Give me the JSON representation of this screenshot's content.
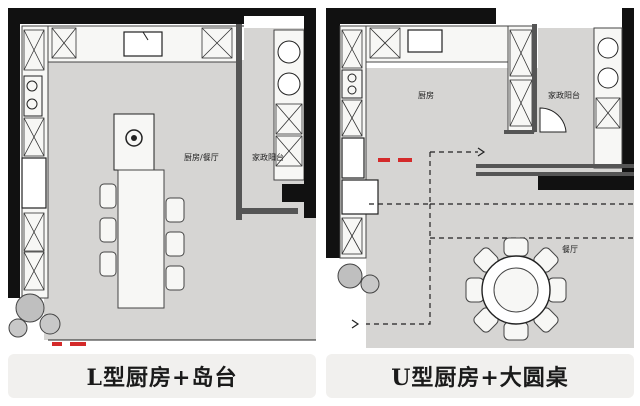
{
  "left": {
    "caption": "L型厨房+岛台",
    "labels": {
      "kitchen_dining": "厨房/餐厅",
      "balcony": "家政阳台"
    }
  },
  "right": {
    "caption": "U型厨房+大圆桌",
    "labels": {
      "kitchen": "厨房",
      "balcony": "家政阳台",
      "dining": "餐厅"
    }
  },
  "colors": {
    "floor": "#d6d5d3",
    "wall": "#111111",
    "counter": "#f7f7f5",
    "door_mark": "#d42a2a",
    "caption_bg": "#f1f0ee"
  }
}
